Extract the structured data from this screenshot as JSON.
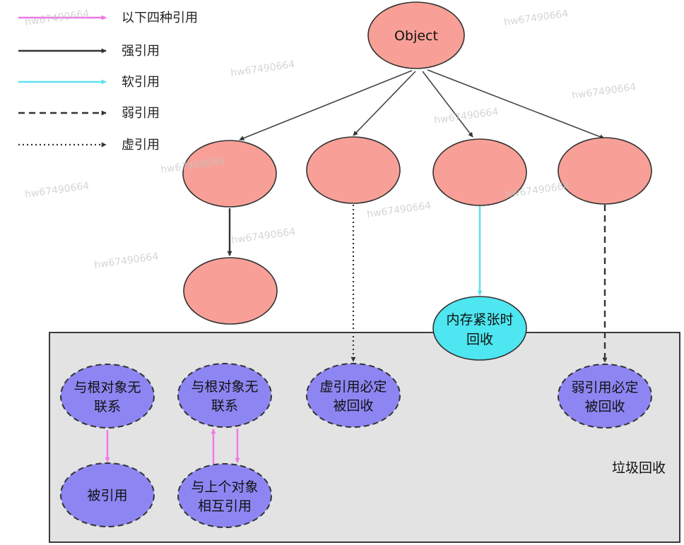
{
  "legend": {
    "items": [
      {
        "label": "以下四种引用",
        "style": "pink"
      },
      {
        "label": "强引用",
        "style": "strong"
      },
      {
        "label": "软引用",
        "style": "soft"
      },
      {
        "label": "弱引用",
        "style": "weak"
      },
      {
        "label": "虚引用",
        "style": "phantom"
      }
    ]
  },
  "root": {
    "label": "Object"
  },
  "soft_target": {
    "lines": [
      "内存紧张时",
      "回收"
    ]
  },
  "gc_box": {
    "label": "垃圾回收"
  },
  "gc_nodes": {
    "unlinked_1": {
      "lines": [
        "与根对象无",
        "联系"
      ]
    },
    "referenced": {
      "lines": [
        "被引用"
      ]
    },
    "unlinked_2": {
      "lines": [
        "与根对象无",
        "联系"
      ]
    },
    "mutual": {
      "lines": [
        "与上个对象",
        "相互引用"
      ]
    },
    "phantom": {
      "lines": [
        "虚引用必定",
        "被回收"
      ]
    },
    "weak": {
      "lines": [
        "弱引用必定",
        "被回收"
      ]
    }
  },
  "watermark": {
    "text": "hw67490664"
  },
  "colors": {
    "object_fill": "#F8A097",
    "soft_fill": "#4EE6F0",
    "gc_node_fill": "#8D86F2",
    "gc_box_fill": "#E3E3E4",
    "strong": "#333333",
    "soft": "#5EE2EE",
    "pink": "#EE77E6"
  }
}
